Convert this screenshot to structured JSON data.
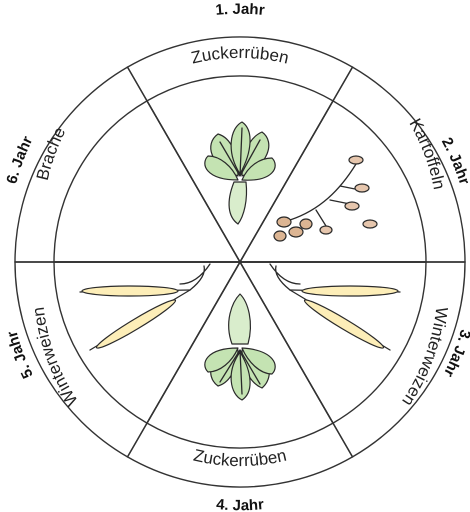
{
  "colors": {
    "sugar_beet_outer": "#8fc97a",
    "sugar_beet_inner": "#c4e3b2",
    "potato_outer": "#c79069",
    "potato_inner": "#e6c6ad",
    "wheat_outer": "#f7d77e",
    "wheat_inner": "#fdeeb8",
    "fallow_outer": "#c9c9cb",
    "fallow_inner": "#e3e3e5",
    "line": "#333333"
  },
  "segments": [
    {
      "id": "zuckerrueben-1",
      "crop": "Zuckerrüben",
      "year": "1. Jahr",
      "illustration": "sugar-beet-icon"
    },
    {
      "id": "kartoffeln",
      "crop": "Kartoffeln",
      "year": "2. Jahr",
      "illustration": "potato-plant-icon"
    },
    {
      "id": "winterweizen-3",
      "crop": "Winterweizen",
      "year": "3. Jahr",
      "illustration": "wheat-ears-icon"
    },
    {
      "id": "zuckerrueben-4",
      "crop": "Zuckerrüben",
      "year": "4. Jahr",
      "illustration": "sugar-beet-icon"
    },
    {
      "id": "winterweizen-5",
      "crop": "Winterweizen",
      "year": "5. Jahr",
      "illustration": "wheat-ears-icon"
    },
    {
      "id": "brache",
      "crop": "Brache",
      "year": "6. Jahr",
      "illustration": ""
    }
  ]
}
